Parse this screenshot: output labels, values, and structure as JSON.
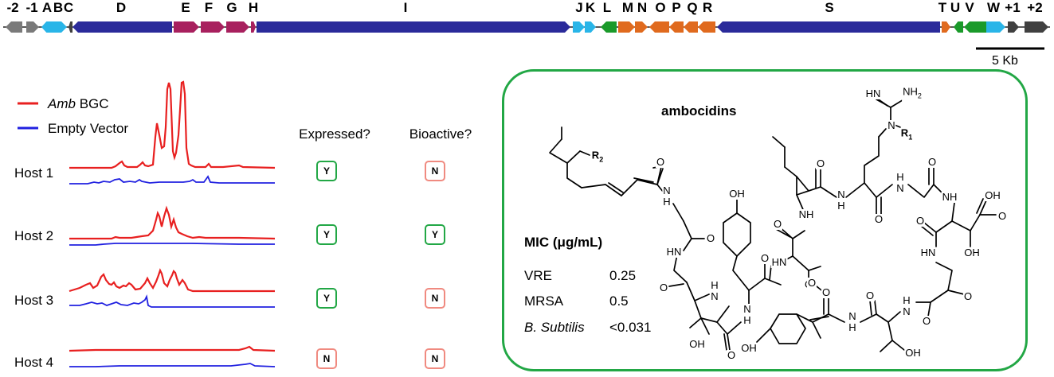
{
  "gene_cluster": {
    "labels": [
      "-2",
      "-1",
      "A",
      "B",
      "C",
      "D",
      "E",
      "F",
      "G",
      "H",
      "I",
      "J",
      "K",
      "L",
      "M",
      "N",
      "O",
      "P",
      "Q",
      "R",
      "S",
      "T",
      "U",
      "V",
      "W",
      "+1",
      "+2"
    ],
    "colors": {
      "flanking": "#7a7a7a",
      "transport": "#29b5e8",
      "nrps": "#2a2a9a",
      "pks": "#a8205e",
      "regulation": "#1a9a2a",
      "tailoring": "#e06a1e",
      "other": "#404040"
    },
    "scale_bar_label": "5 Kb"
  },
  "legend": {
    "series": [
      {
        "name_italic": "Amb",
        "name_rest": " BGC",
        "color": "#e82020"
      },
      {
        "name": "Empty Vector",
        "color": "#2020e0"
      }
    ]
  },
  "columns": {
    "expressed": "Expressed?",
    "bioactive": "Bioactive?"
  },
  "hosts": [
    {
      "label": "Host 1",
      "expressed": "Y",
      "bioactive": "N"
    },
    {
      "label": "Host 2",
      "expressed": "Y",
      "bioactive": "Y"
    },
    {
      "label": "Host 3",
      "expressed": "Y",
      "bioactive": "N"
    },
    {
      "label": "Host 4",
      "expressed": "N",
      "bioactive": "N"
    }
  ],
  "compound": {
    "name": "ambocidins",
    "atoms": {
      "R2": "R",
      "R2_sub": "2",
      "R1": "R",
      "R1_sub": "1",
      "HN": "HN",
      "NH2": "NH",
      "NH2_sub": "2",
      "N": "N",
      "O": "O",
      "OH": "OH",
      "NH": "NH",
      "H": "H"
    }
  },
  "mic": {
    "title": "MIC (μg/mL)",
    "rows": [
      {
        "organism": "VRE",
        "value": "0.25",
        "italic": false
      },
      {
        "organism": "MRSA",
        "value": "0.5",
        "italic": false
      },
      {
        "organism": "B. Subtilis",
        "value": "<0.031",
        "italic": true
      }
    ]
  }
}
